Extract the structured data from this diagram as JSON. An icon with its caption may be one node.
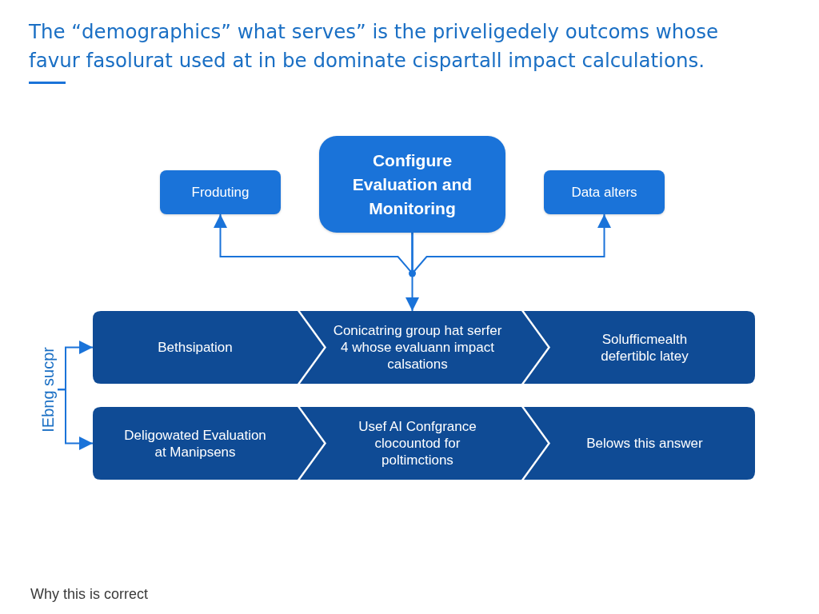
{
  "diagram": {
    "title": "The “demographics” what serves” is the priveligedely outcoms whose favur fasolurat used at in be dominate cispartall impact calculations.",
    "nodes": [
      {
        "text": [
          "Froduting"
        ]
      },
      {
        "text": [
          "Configure Evaluation and Monitoring"
        ]
      },
      {
        "text": [
          "Data alters"
        ]
      },
      {
        "text": [
          "IEbng sucpr"
        ]
      },
      {
        "text": [
          "Bethsipation"
        ]
      },
      {
        "text": [
          "Conicatring group hat serfer 4 whose evaluann impact calsations"
        ]
      },
      {
        "text": [
          "Solufficmealth defertiblc latey"
        ]
      },
      {
        "text": [
          "Deligowated Evaluation at Manipsens"
        ]
      },
      {
        "text": [
          "Usef AI Confgrance clocountod for poltimctions"
        ]
      },
      {
        "text": [
          "Belows this answer"
        ]
      }
    ],
    "edges": [
      {
        "from": 1,
        "to": 0,
        "arrow": "to"
      },
      {
        "from": 1,
        "to": 2,
        "arrow": "to"
      },
      {
        "from": 1,
        "to": 5,
        "arrow": "to"
      },
      {
        "from": 3,
        "to": 4,
        "arrow": "to"
      },
      {
        "from": 3,
        "to": 7,
        "arrow": "to"
      }
    ],
    "labels": [
      "Why this is correct"
    ]
  }
}
